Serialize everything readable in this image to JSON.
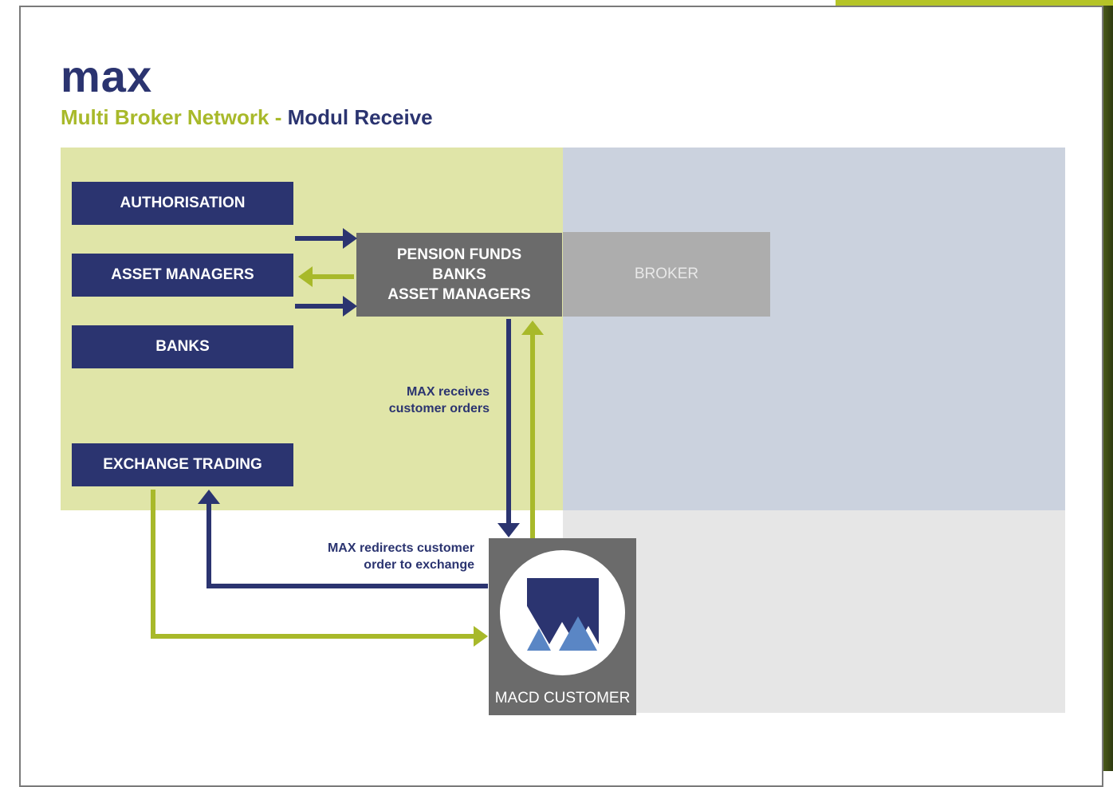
{
  "header": {
    "brand": "max",
    "subtitle_part1": "Multi Broker Network - ",
    "subtitle_part2": "Modul Receive"
  },
  "left_boxes": [
    {
      "label": "AUTHORISATION"
    },
    {
      "label": "ASSET MANAGERS"
    },
    {
      "label": "BANKS"
    },
    {
      "label": "EXCHANGE TRADING"
    }
  ],
  "center_box": {
    "lines": [
      "PENSION FUNDS",
      "BANKS",
      "ASSET MANAGERS"
    ]
  },
  "broker_box": {
    "label": "BROKER"
  },
  "customer_box": {
    "label": "MACD CUSTOMER"
  },
  "captions": {
    "receives_line1": "MAX receives",
    "receives_line2": "customer orders",
    "redirects_line1": "MAX redirects customer",
    "redirects_line2": "order to exchange"
  },
  "colors": {
    "navy": "#2b3470",
    "lime": "#a8b92a",
    "panel_green": "#e0e5a8",
    "panel_blue": "#cbd2de",
    "panel_grey": "#e6e6e6",
    "box_grey": "#6b6b6b",
    "broker_grey": "#adadad",
    "logo_dark": "#2b3470",
    "logo_light": "#5a86c5"
  },
  "icons": {
    "customer_logo": "macd-logo-icon"
  }
}
